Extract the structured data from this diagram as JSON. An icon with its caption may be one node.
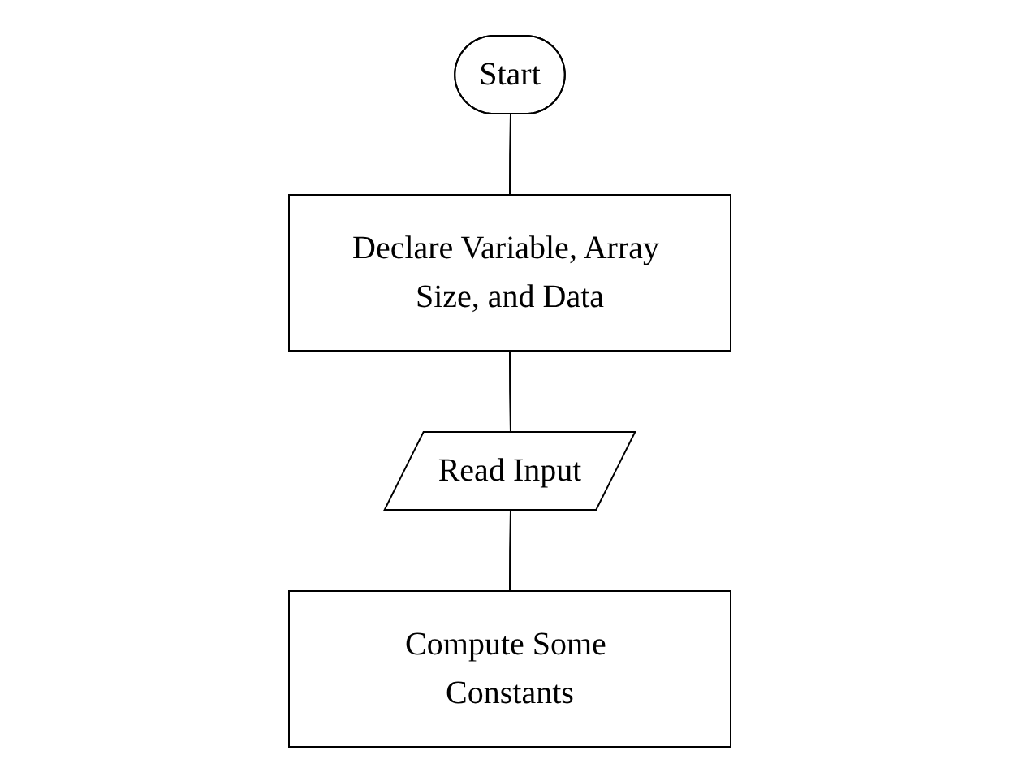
{
  "diagram": {
    "nodes": [
      {
        "text": [
          "Start"
        ]
      },
      {
        "text": [
          "Declare Variable, Array Size, and Data"
        ]
      },
      {
        "text": [
          "Read Input"
        ]
      },
      {
        "text": [
          "Compute Some Constants"
        ]
      }
    ],
    "edges": [
      {
        "from": 0,
        "to": 1,
        "arrow": "none"
      },
      {
        "from": 1,
        "to": 2,
        "arrow": "none"
      },
      {
        "from": 2,
        "to": 3,
        "arrow": "none"
      }
    ]
  }
}
